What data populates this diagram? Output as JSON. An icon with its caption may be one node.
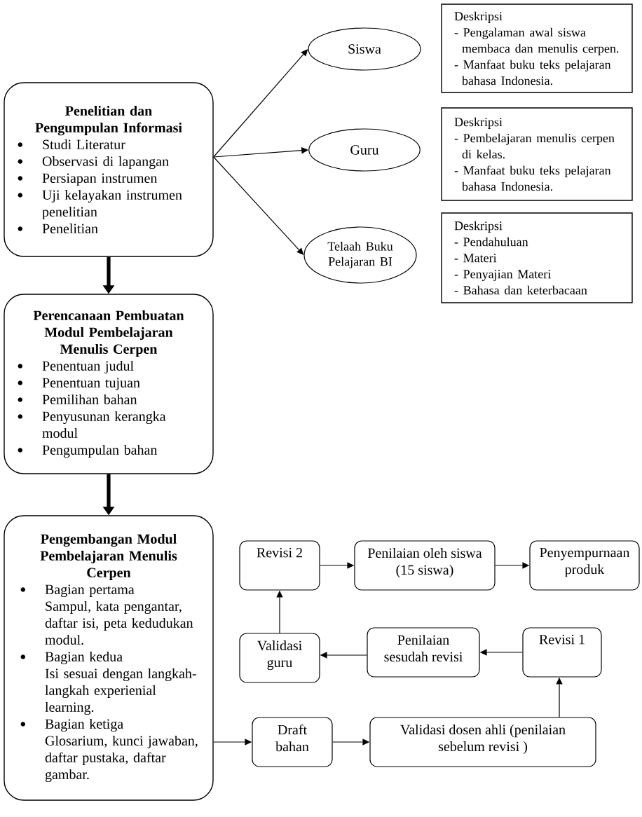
{
  "diagram": {
    "nodes": [
      {
        "text": [
          "Penelitian dan Pengumpulan Informasi",
          "Studi Literatur",
          "Observasi di lapangan",
          "Persiapan instrumen",
          "Uji kelayakan instrumen penelitian",
          "Penelitian"
        ]
      },
      {
        "text": [
          "Siswa"
        ]
      },
      {
        "text": [
          "Deskripsi",
          "- Pengalaman awal siswa membaca dan menulis cerpen.",
          "- Manfaat buku teks pelajaran bahasa Indonesia."
        ]
      },
      {
        "text": [
          "Guru"
        ]
      },
      {
        "text": [
          "Deskripsi",
          "- Pembelajaran menulis cerpen di kelas.",
          "- Manfaat buku teks pelajaran bahasa Indonesia."
        ]
      },
      {
        "text": [
          "Telaah Buku Pelajaran BI"
        ]
      },
      {
        "text": [
          "Deskripsi",
          "- Pendahuluan",
          "- Materi",
          "- Penyajian Materi",
          "- Bahasa dan keterbacaan"
        ]
      },
      {
        "text": [
          "Perencanaan Pembuatan Modul Pembelajaran Menulis Cerpen",
          "Penentuan judul",
          "Penentuan tujuan",
          "Pemilihan bahan",
          "Penyusunan kerangka modul",
          "Pengumpulan bahan"
        ]
      },
      {
        "text": [
          "Pengembangan Modul Pembelajaran Menulis Cerpen",
          "Bagian pertama",
          "Sampul, kata pengantar, daftar isi, peta kedudukan modul.",
          "Bagian kedua",
          "Isi sesuai dengan langkah-langkah experienial learning.",
          "Bagian ketiga",
          "Glosarium, kunci jawaban, daftar pustaka, daftar gambar."
        ]
      },
      {
        "text": [
          "Revisi 2"
        ]
      },
      {
        "text": [
          "Penilaian oleh siswa (15 siswa)"
        ]
      },
      {
        "text": [
          "Penyempurnaan produk"
        ]
      },
      {
        "text": [
          "Validasi guru"
        ]
      },
      {
        "text": [
          "Penilaian sesudah revisi"
        ]
      },
      {
        "text": [
          "Revisi 1"
        ]
      },
      {
        "text": [
          "Draft bahan"
        ]
      },
      {
        "text": [
          "Validasi dosen ahli (penilaian sebelum revisi )"
        ]
      }
    ],
    "edges": [
      {
        "from": 0,
        "to": 1,
        "arrow": "to"
      },
      {
        "from": 0,
        "to": 3,
        "arrow": "to"
      },
      {
        "from": 0,
        "to": 5,
        "arrow": "to"
      },
      {
        "from": 0,
        "to": 7,
        "arrow": "to",
        "style": "thick"
      },
      {
        "from": 7,
        "to": 8,
        "arrow": "to",
        "style": "thick"
      },
      {
        "from": 8,
        "to": 15,
        "arrow": "to"
      },
      {
        "from": 15,
        "to": 16,
        "arrow": "to"
      },
      {
        "from": 16,
        "to": 14,
        "arrow": "to"
      },
      {
        "from": 14,
        "to": 13,
        "arrow": "to"
      },
      {
        "from": 13,
        "to": 12,
        "arrow": "to"
      },
      {
        "from": 12,
        "to": 9,
        "arrow": "to"
      },
      {
        "from": 9,
        "to": 10,
        "arrow": "to"
      },
      {
        "from": 10,
        "to": 11,
        "arrow": "to"
      }
    ]
  }
}
